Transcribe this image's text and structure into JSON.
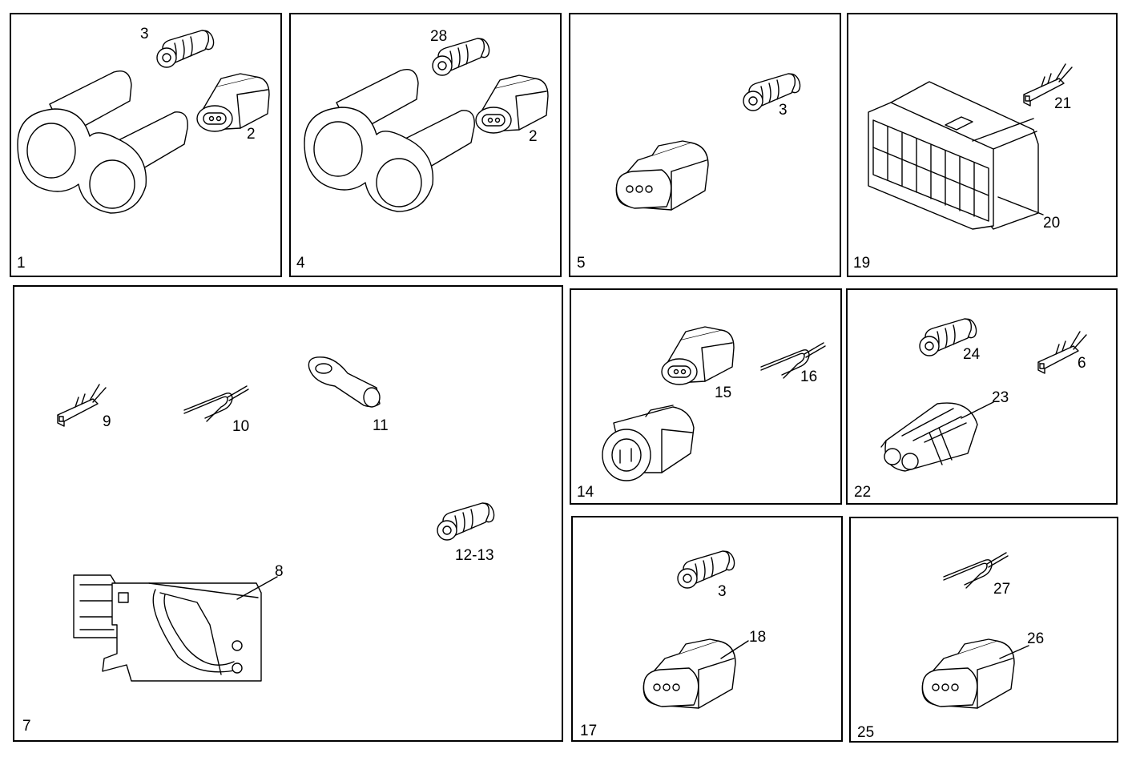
{
  "panels": {
    "p1": {
      "label": "1",
      "items": [
        "3",
        "2"
      ]
    },
    "p4": {
      "label": "4",
      "items": [
        "28",
        "2"
      ]
    },
    "p5": {
      "label": "5",
      "items": [
        "3"
      ]
    },
    "p19": {
      "label": "19",
      "items": [
        "21",
        "20"
      ]
    },
    "p7": {
      "label": "7",
      "items": [
        "9",
        "10",
        "11",
        "12-13",
        "8"
      ]
    },
    "p14": {
      "label": "14",
      "items": [
        "15",
        "16"
      ]
    },
    "p22": {
      "label": "22",
      "items": [
        "24",
        "6",
        "23"
      ]
    },
    "p17": {
      "label": "17",
      "items": [
        "3",
        "18"
      ]
    },
    "p25": {
      "label": "25",
      "items": [
        "27",
        "26"
      ]
    }
  }
}
